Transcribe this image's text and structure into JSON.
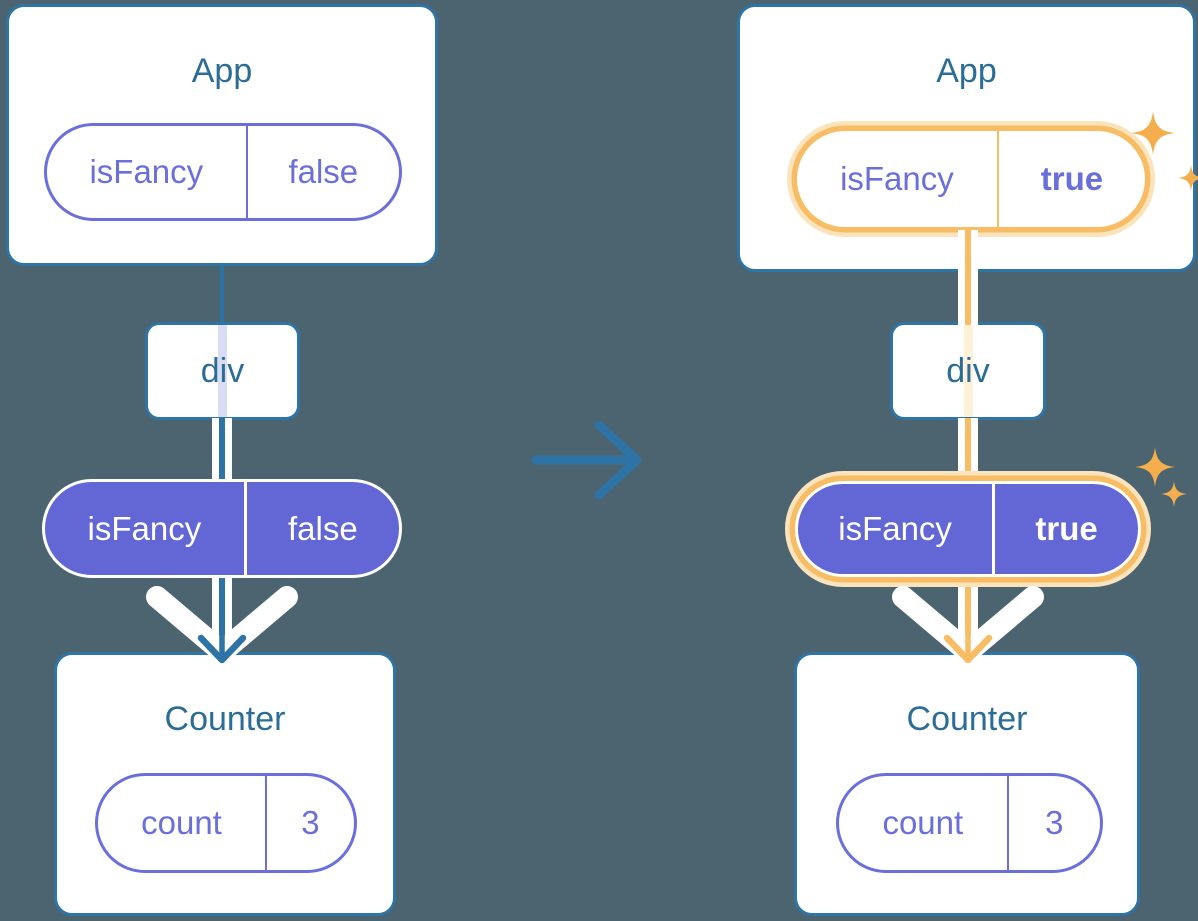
{
  "left_diagram": {
    "app": {
      "title": "App",
      "prop_name": "isFancy",
      "prop_value": "false"
    },
    "container": {
      "label": "div"
    },
    "passed_prop": {
      "prop_name": "isFancy",
      "prop_value": "false"
    },
    "counter": {
      "title": "Counter",
      "state_name": "count",
      "state_value": "3"
    }
  },
  "right_diagram": {
    "app": {
      "title": "App",
      "prop_name": "isFancy",
      "prop_value": "true"
    },
    "container": {
      "label": "div"
    },
    "passed_prop": {
      "prop_name": "isFancy",
      "prop_value": "true"
    },
    "counter": {
      "title": "Counter",
      "state_name": "count",
      "state_value": "3"
    }
  },
  "icons": {
    "center_arrow": "right-arrow",
    "flow_arrow": "down-chevron-arrow",
    "highlight": "sparkle"
  },
  "colors": {
    "background": "#4b6470",
    "card_fill": "#ffffff",
    "card_border": "#2e74a5",
    "title_text": "#2b6d97",
    "purple_outline": "#6a6fdc",
    "purple_fill": "#6267d5",
    "pill_text_on_purple": "#ffffff",
    "state_line_blue": "#2d73a5",
    "highlight_orange": "#f8bd64",
    "highlight_orange_pale": "#fbe3bb",
    "sparkle_orange": "#f4ae4d",
    "trace_lavender": "#d8ddf5",
    "trace_cream": "#fdf1d9"
  }
}
